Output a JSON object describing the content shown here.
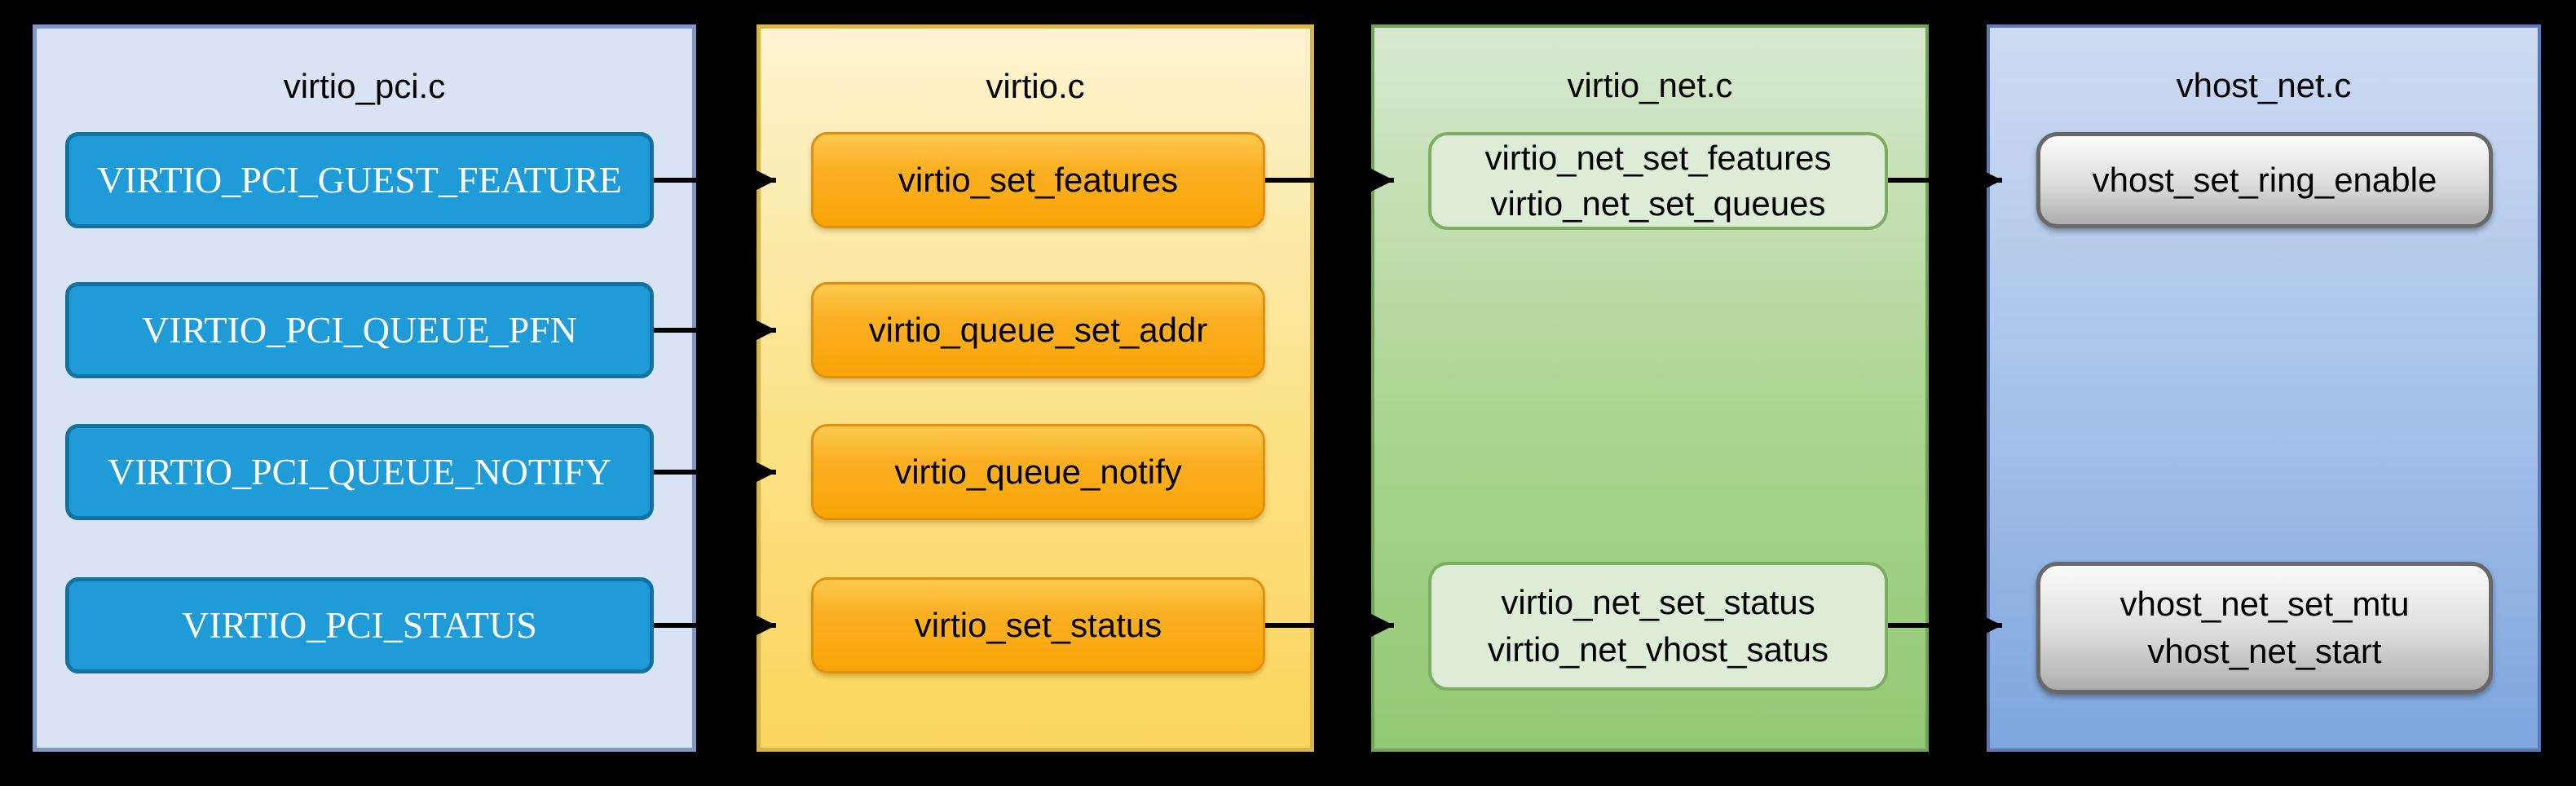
{
  "canvas": {
    "background": "#000000"
  },
  "columns": [
    {
      "title": "virtio_pci.c",
      "boxes": [
        {
          "lines": [
            "VIRTIO_PCI_GUEST_FEATURE"
          ]
        },
        {
          "lines": [
            "VIRTIO_PCI_QUEUE_PFN"
          ]
        },
        {
          "lines": [
            "VIRTIO_PCI_QUEUE_NOTIFY"
          ]
        },
        {
          "lines": [
            "VIRTIO_PCI_STATUS"
          ]
        }
      ]
    },
    {
      "title": "virtio.c",
      "boxes": [
        {
          "lines": [
            "virtio_set_features"
          ]
        },
        {
          "lines": [
            "virtio_queue_set_addr"
          ]
        },
        {
          "lines": [
            "virtio_queue_notify"
          ]
        },
        {
          "lines": [
            "virtio_set_status"
          ]
        }
      ]
    },
    {
      "title": "virtio_net.c",
      "boxes": [
        {
          "lines": [
            "virtio_net_set_features",
            "virtio_net_set_queues"
          ]
        },
        {
          "lines": [
            "virtio_net_set_status",
            "virtio_net_vhost_satus"
          ]
        }
      ]
    },
    {
      "title": "vhost_net.c",
      "boxes": [
        {
          "lines": [
            "vhost_set_ring_enable"
          ]
        },
        {
          "lines": [
            "vhost_net_set_mtu",
            "vhost_net_start"
          ]
        }
      ]
    }
  ],
  "connections": [
    {
      "from": "VIRTIO_PCI_GUEST_FEATURE",
      "to": "virtio_set_features"
    },
    {
      "from": "virtio_set_features",
      "to": "virtio_net_set_features / virtio_net_set_queues"
    },
    {
      "from": "virtio_net_set_features / virtio_net_set_queues",
      "to": "vhost_set_ring_enable"
    },
    {
      "from": "VIRTIO_PCI_QUEUE_PFN",
      "to": "virtio_queue_set_addr"
    },
    {
      "from": "VIRTIO_PCI_QUEUE_NOTIFY",
      "to": "virtio_queue_notify"
    },
    {
      "from": "VIRTIO_PCI_STATUS",
      "to": "virtio_set_status"
    },
    {
      "from": "virtio_set_status",
      "to": "virtio_net_set_status / virtio_net_vhost_satus"
    },
    {
      "from": "virtio_net_set_status / virtio_net_vhost_satus",
      "to": "vhost_net_set_mtu / vhost_net_start"
    }
  ],
  "colors": {
    "background": "#000000",
    "container_pci_fill": "#dae3f3",
    "container_pci_border": "#7d98c8",
    "blue_box_fill": "#1f9cd8",
    "blue_box_border": "#1273a2",
    "blue_box_text": "#ffffff",
    "container_virtio_fill_top": "#fdf3d0",
    "container_virtio_fill_bottom": "#fbd55c",
    "container_virtio_border": "#d8b44c",
    "orange_box_fill_top": "#fdca50",
    "orange_box_fill_bottom": "#f8a406",
    "orange_box_border": "#e09010",
    "container_net_fill_top": "#d8e9d0",
    "container_net_fill_bottom": "#92c974",
    "container_net_border": "#6fa356",
    "green_box_fill": "#dcecd6",
    "green_box_border": "#7fae63",
    "container_vhost_fill_top": "#cedbf2",
    "container_vhost_fill_bottom": "#7ea6dd",
    "container_vhost_border": "#5b79b5",
    "gray_box_fill_top": "#fbfbfb",
    "gray_box_fill_bottom": "#aeadad",
    "gray_box_border": "#686868",
    "arrow": "#000000",
    "title_text": "#000000",
    "box_text": "#000000"
  }
}
